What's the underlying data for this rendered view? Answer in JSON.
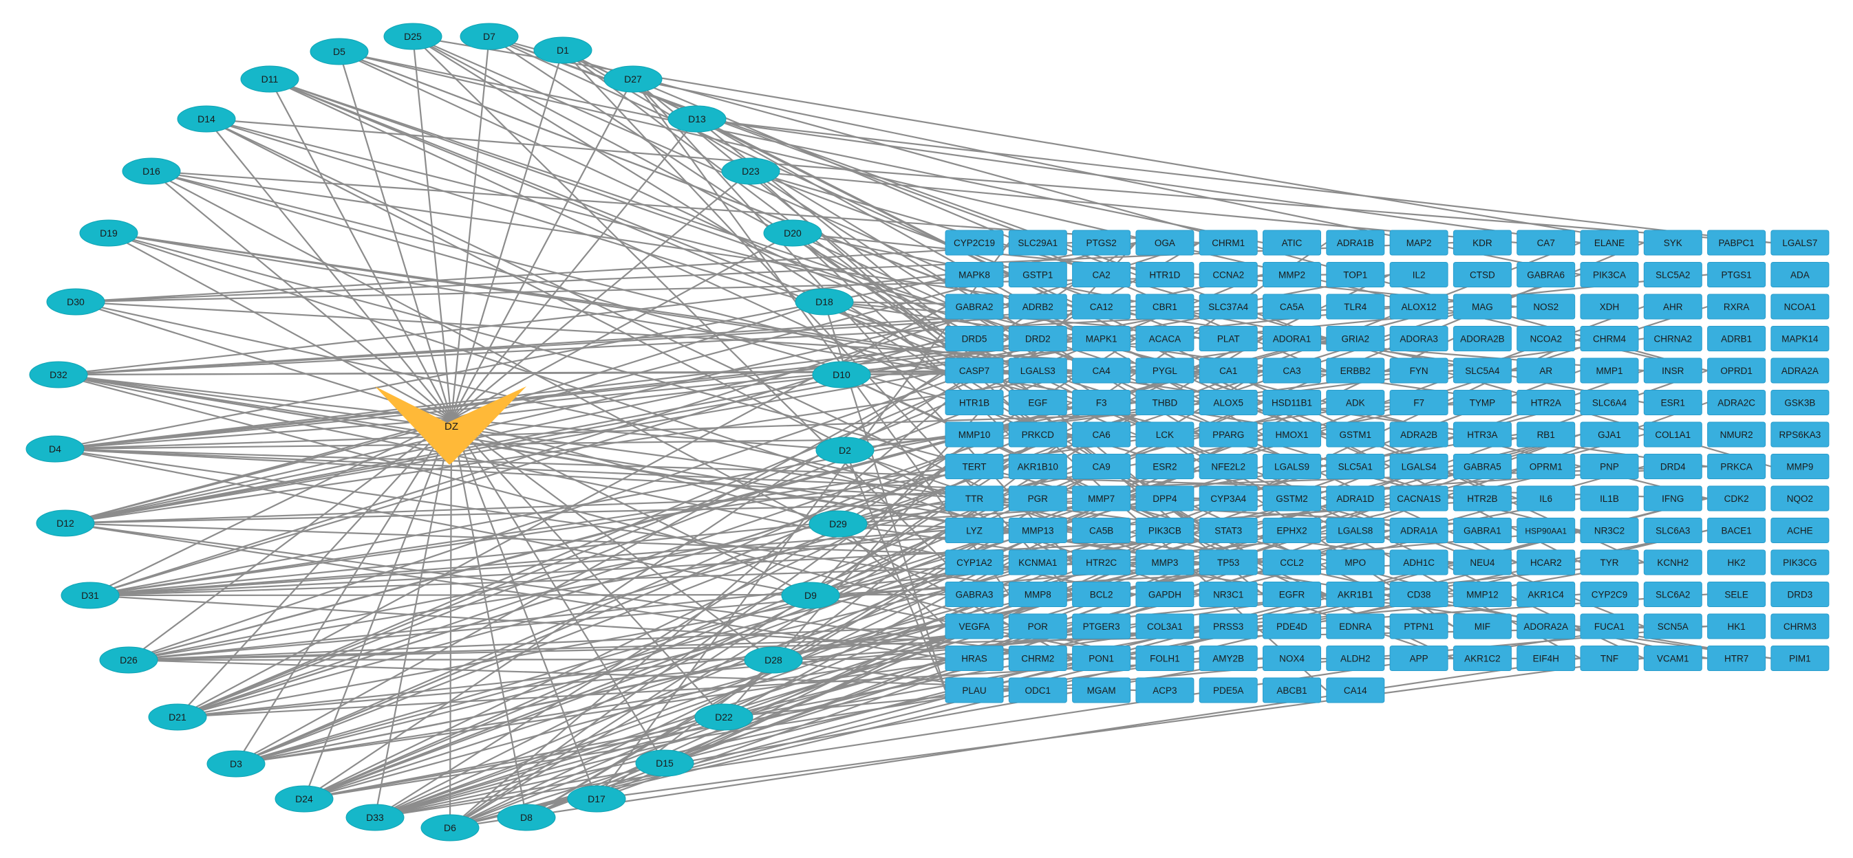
{
  "colors": {
    "compound_node": "#16b7c9",
    "target_node": "#38afde",
    "hub_node": "#ffb938",
    "edge": "#8c8c8c"
  },
  "hub": {
    "label": "DZ"
  },
  "compounds": [
    "D1",
    "D2",
    "D3",
    "D4",
    "D5",
    "D6",
    "D7",
    "D8",
    "D9",
    "D10",
    "D11",
    "D12",
    "D13",
    "D14",
    "D15",
    "D16",
    "D17",
    "D18",
    "D19",
    "D20",
    "D21",
    "D22",
    "D23",
    "D24",
    "D25",
    "D26",
    "D27",
    "D28",
    "D29",
    "D30",
    "D31",
    "D32",
    "D33"
  ],
  "targets": [
    "CYP2C19",
    "SLC29A1",
    "PTGS2",
    "OGA",
    "CHRM1",
    "ATIC",
    "ADRA1B",
    "MAP2",
    "KDR",
    "CA7",
    "ELANE",
    "SYK",
    "PABPC1",
    "LGALS7",
    "MAPK8",
    "GSTP1",
    "CA2",
    "HTR1D",
    "CCNA2",
    "MMP2",
    "TOP1",
    "IL2",
    "CTSD",
    "GABRA6",
    "PIK3CA",
    "SLC5A2",
    "PTGS1",
    "ADA",
    "GABRA2",
    "ADRB2",
    "CA12",
    "CBR1",
    "SLC37A4",
    "CA5A",
    "TLR4",
    "ALOX12",
    "MAG",
    "NOS2",
    "XDH",
    "AHR",
    "RXRA",
    "NCOA1",
    "DRD5",
    "DRD2",
    "MAPK1",
    "ACACA",
    "PLAT",
    "ADORA1",
    "GRIA2",
    "ADORA3",
    "ADORA2B",
    "NCOA2",
    "CHRM4",
    "CHRNA2",
    "ADRB1",
    "MAPK14",
    "CASP7",
    "LGALS3",
    "CA4",
    "PYGL",
    "CA1",
    "CA3",
    "ERBB2",
    "FYN",
    "SLC5A4",
    "AR",
    "MMP1",
    "INSR",
    "OPRD1",
    "ADRA2A",
    "HTR1B",
    "EGF",
    "F3",
    "THBD",
    "ALOX5",
    "HSD11B1",
    "ADK",
    "F7",
    "TYMP",
    "HTR2A",
    "SLC6A4",
    "ESR1",
    "ADRA2C",
    "GSK3B",
    "MMP10",
    "PRKCD",
    "CA6",
    "LCK",
    "PPARG",
    "HMOX1",
    "GSTM1",
    "ADRA2B",
    "HTR3A",
    "RB1",
    "GJA1",
    "COL1A1",
    "NMUR2",
    "RPS6KA3",
    "TERT",
    "AKR1B10",
    "CA9",
    "ESR2",
    "NFE2L2",
    "LGALS9",
    "SLC5A1",
    "LGALS4",
    "GABRA5",
    "OPRM1",
    "PNP",
    "DRD4",
    "PRKCA",
    "MMP9",
    "TTR",
    "PGR",
    "MMP7",
    "DPP4",
    "CYP3A4",
    "GSTM2",
    "ADRA1D",
    "CACNA1S",
    "HTR2B",
    "IL6",
    "IL1B",
    "IFNG",
    "CDK2",
    "NQO2",
    "LYZ",
    "MMP13",
    "CA5B",
    "PIK3CB",
    "STAT3",
    "EPHX2",
    "LGALS8",
    "ADRA1A",
    "GABRA1",
    "HSP90AA1",
    "NR3C2",
    "SLC6A3",
    "BACE1",
    "ACHE",
    "CYP1A2",
    "KCNMA1",
    "HTR2C",
    "MMP3",
    "TP53",
    "CCL2",
    "MPO",
    "ADH1C",
    "NEU4",
    "HCAR2",
    "TYR",
    "KCNH2",
    "HK2",
    "PIK3CG",
    "GABRA3",
    "MMP8",
    "BCL2",
    "GAPDH",
    "NR3C1",
    "EGFR",
    "AKR1B1",
    "CD38",
    "MMP12",
    "AKR1C4",
    "CYP2C9",
    "SLC6A2",
    "SELE",
    "DRD3",
    "VEGFA",
    "POR",
    "PTGER3",
    "COL3A1",
    "PRSS3",
    "PDE4D",
    "EDNRA",
    "PTPN1",
    "MIF",
    "ADORA2A",
    "FUCA1",
    "SCN5A",
    "HK1",
    "CHRM3",
    "HRAS",
    "CHRM2",
    "PON1",
    "FOLH1",
    "AMY2B",
    "NOX4",
    "ALDH2",
    "APP",
    "AKR1C2",
    "EIF4H",
    "TNF",
    "VCAM1",
    "HTR7",
    "PIM1",
    "PLAU",
    "ODC1",
    "MGAM",
    "ACP3",
    "PDE5A",
    "ABCB1",
    "CA14"
  ]
}
